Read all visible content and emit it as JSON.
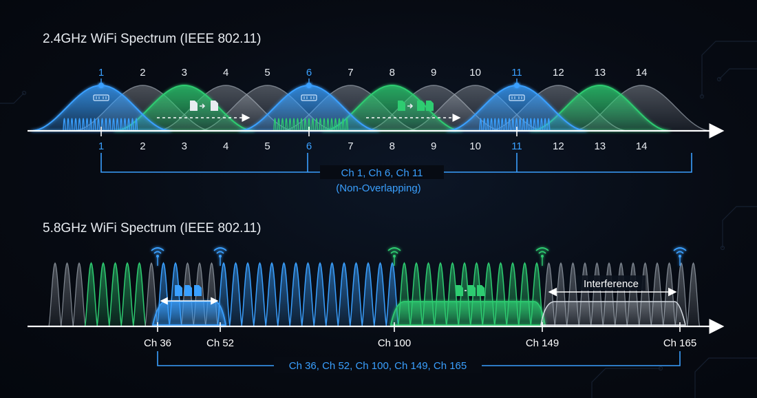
{
  "band_24": {
    "title": "2.4GHz WiFi Spectrum (IEEE 802.11)",
    "channels": [
      {
        "label": "1",
        "highlight": true,
        "color": "blue"
      },
      {
        "label": "2",
        "highlight": false,
        "color": "gray"
      },
      {
        "label": "3",
        "highlight": false,
        "color": "green"
      },
      {
        "label": "4",
        "highlight": false,
        "color": "gray"
      },
      {
        "label": "5",
        "highlight": false,
        "color": "gray"
      },
      {
        "label": "6",
        "highlight": true,
        "color": "blue"
      },
      {
        "label": "7",
        "highlight": false,
        "color": "gray"
      },
      {
        "label": "8",
        "highlight": false,
        "color": "green"
      },
      {
        "label": "9",
        "highlight": false,
        "color": "gray"
      },
      {
        "label": "10",
        "highlight": false,
        "color": "gray"
      },
      {
        "label": "11",
        "highlight": true,
        "color": "blue"
      },
      {
        "label": "12",
        "highlight": false,
        "color": "gray"
      },
      {
        "label": "13",
        "highlight": false,
        "color": "green"
      },
      {
        "label": "14",
        "highlight": false,
        "color": "gray"
      }
    ],
    "non_overlapping_label": "Ch 1, Ch 6, Ch 11",
    "non_overlapping_sub": "(Non-Overlapping)"
  },
  "band_58": {
    "title": "5.8GHz WiFi Spectrum (IEEE 802.11)",
    "marked_channels": [
      "Ch 36",
      "Ch 52",
      "Ch 100",
      "Ch 149",
      "Ch 165"
    ],
    "interference_label": "Interference",
    "summary_label": "Ch 36,  Ch 52, Ch 100, Ch 149, Ch 165"
  },
  "colors": {
    "background": "#060a12",
    "blue": "#3aa0ff",
    "green": "#2ecc71",
    "gray": "#9aa3ad",
    "white": "#e8ecf1",
    "axis": "#ffffff"
  },
  "icons": [
    "wifi-icon",
    "file-transfer-icon",
    "router-icon"
  ]
}
